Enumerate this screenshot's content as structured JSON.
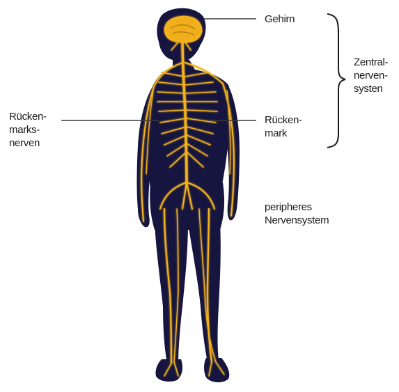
{
  "labels": {
    "brain": "Gehirn",
    "cns": [
      "Zentral-",
      "nerven-",
      "systen"
    ],
    "spinal_nerves": [
      "Rücken-",
      "marks-",
      "nerven"
    ],
    "spinal_cord": [
      "Rücken-",
      "mark"
    ],
    "pns": [
      "peripheres",
      "Nervensystem"
    ]
  },
  "colors": {
    "body": "#15153f",
    "nerve": "#f3b21a",
    "nerve_glow": "#ffd24a",
    "line": "#3a3a3a"
  }
}
